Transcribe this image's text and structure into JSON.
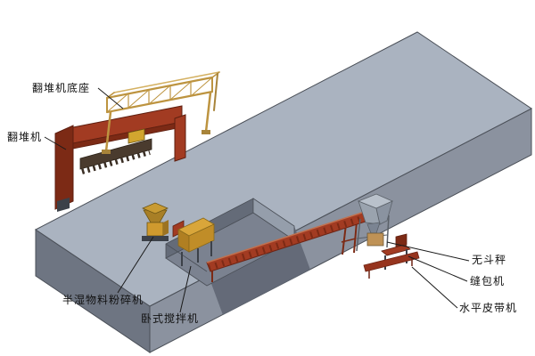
{
  "scene": {
    "background": "#ffffff",
    "colors": {
      "slab_top": "#aab3c0",
      "slab_front_left": "#6e7582",
      "slab_front_right": "#8b929f",
      "pit_floor": "#7b8290",
      "pit_wall_left": "#646b78",
      "pit_wall_right": "#959eab",
      "channel_shadow": "#5f6673",
      "machine_red": "#a23b22",
      "machine_red_dark": "#7c2a15",
      "machine_red_light": "#b8492a",
      "truss_tan": "#bd9440",
      "machine_yellow": "#d2a52f",
      "mixer_yellow": "#d9a63a",
      "crusher_yellow": "#cf9a2e",
      "hopper_gray": "#9aa3ae",
      "hopper_gray_dark": "#8a93a0",
      "scale_tan": "#bf9256",
      "dark_metal": "#3c4149",
      "outline": "#4b5058",
      "leader": "#1a1a1a"
    }
  },
  "labels": {
    "turner_base": {
      "text": "翻堆机底座"
    },
    "turner": {
      "text": "翻堆机"
    },
    "crusher": {
      "text": "半湿物料粉碎机"
    },
    "mixer": {
      "text": "卧式搅拌机"
    },
    "hopperless_scale": {
      "text": "无斗秤"
    },
    "bag_sewing_machine": {
      "text": "缝包机"
    },
    "horizontal_belt_conveyor": {
      "text": "水平皮带机"
    }
  }
}
